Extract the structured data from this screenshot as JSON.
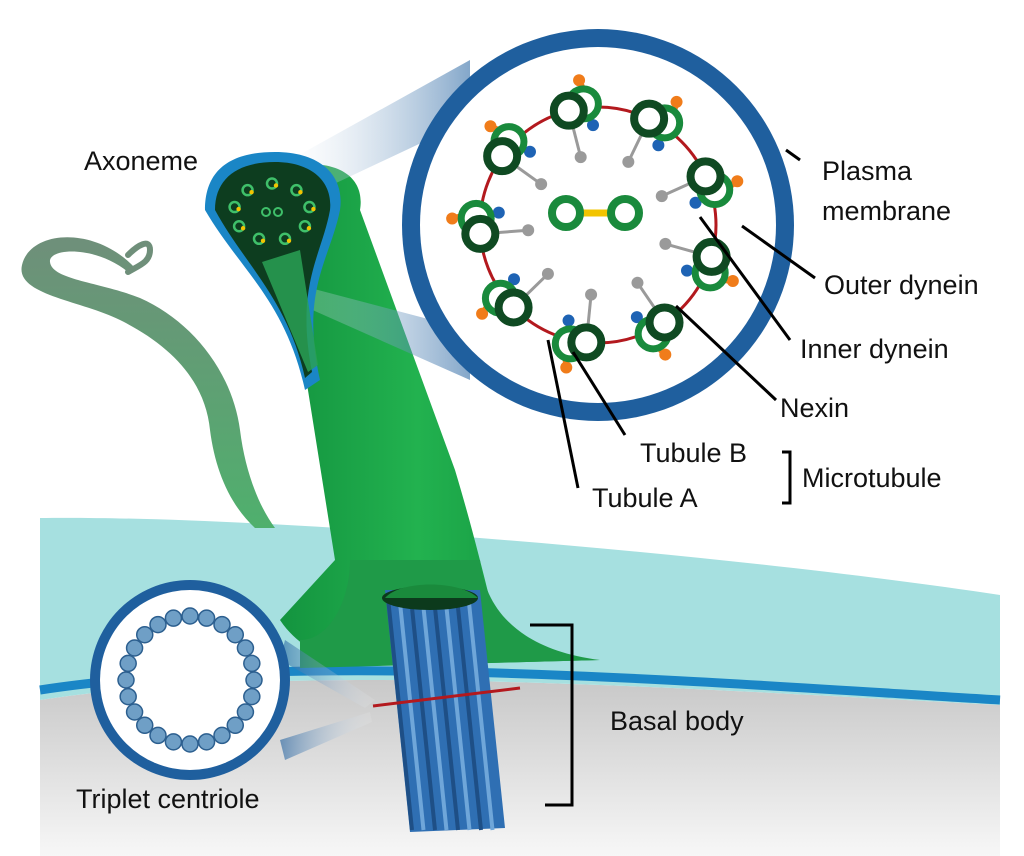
{
  "labels": {
    "axoneme": "Axoneme",
    "plasma_membrane_1": "Plasma",
    "plasma_membrane_2": "membrane",
    "outer_dynein": "Outer dynein",
    "inner_dynein": "Inner dynein",
    "nexin": "Nexin",
    "tubule_b": "Tubule B",
    "tubule_a": "Tubule A",
    "microtubule": "Microtubule",
    "basal_body": "Basal body",
    "triplet_centriole": "Triplet centriole"
  },
  "colors": {
    "membrane_blue": "#1f5f9e",
    "cilium_green": "#1aa34a",
    "dark_green": "#0f4a22",
    "mid_green": "#198a3c",
    "nexin_red": "#b3191e",
    "outer_dynein": "#f07c1a",
    "inner_dynein": "#1e63b4",
    "spoke_gray": "#9a9a9a",
    "cytoplasm_cyan": "#a6e0e0",
    "interior_gray": "#d6d6d6",
    "basal_blue": "#2f6fb3",
    "centriole_bead": "#6f9fc6",
    "center_link_yellow": "#f2c400"
  },
  "structure": {
    "doublet_count": 9,
    "central_pair_count": 2,
    "centriole_bead_count": 24
  }
}
